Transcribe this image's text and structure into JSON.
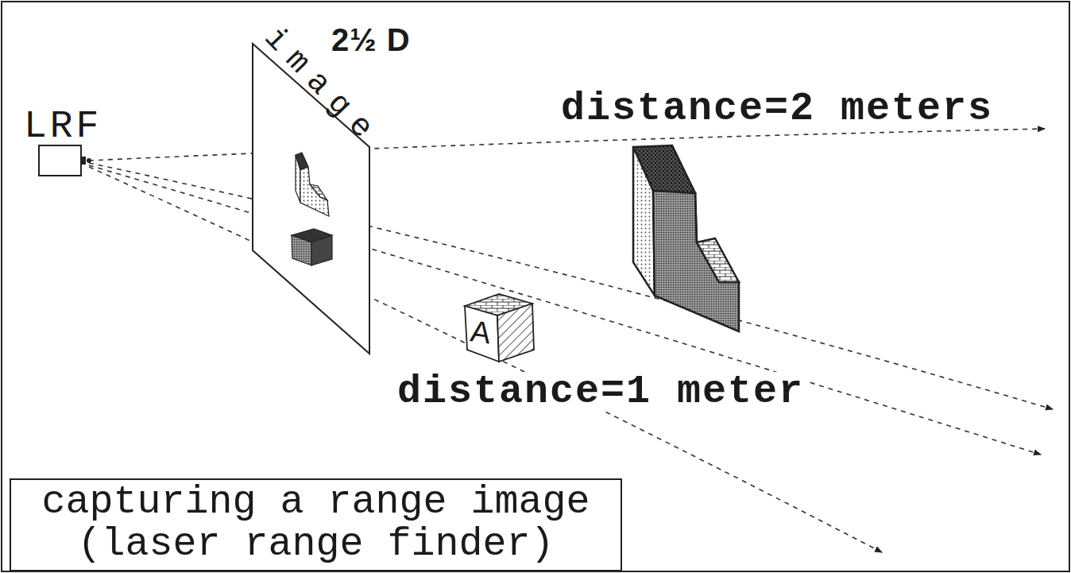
{
  "diagram": {
    "nodes": [
      {
        "text": [
          "LRF"
        ]
      },
      {
        "text": [
          "capturing a range image (laser range finder)"
        ]
      }
    ],
    "edges": [],
    "labels": [
      "image",
      "2½ D",
      "distance=2 meters",
      "distance=1 meter",
      "A"
    ]
  }
}
